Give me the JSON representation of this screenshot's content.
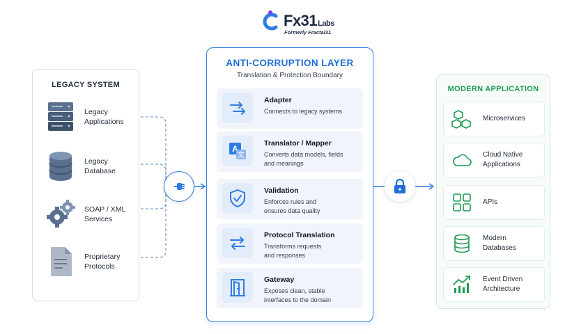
{
  "brand": {
    "name": "Fx31",
    "suffix": "Labs",
    "tagline": "Formerly Fractal31",
    "accent_color": "#2f7de1",
    "logo_colors": [
      "#7c3aed",
      "#2f7de1"
    ]
  },
  "legacy": {
    "title": "LEGACY SYSTEM",
    "items": [
      {
        "label": "Legacy\nApplications",
        "icon": "server-icon"
      },
      {
        "label": "Legacy\nDatabase",
        "icon": "database-icon"
      },
      {
        "label": "SOAP / XML\nServices",
        "icon": "gears-icon"
      },
      {
        "label": "Proprietary\nProtocols",
        "icon": "document-icon"
      }
    ]
  },
  "acl": {
    "title": "ANTI-CORRUPTION LAYER",
    "subtitle": "Translation & Protection Boundary",
    "title_color": "#1f6fd6",
    "cards": [
      {
        "name": "Adapter",
        "desc": "Connects to legacy systems",
        "icon": "adapter-arrows-icon"
      },
      {
        "name": "Translator / Mapper",
        "desc": "Converts data models, fields\nand meanings",
        "icon": "translate-icon"
      },
      {
        "name": "Validation",
        "desc": "Enforces rules and\nensures data quality",
        "icon": "shield-check-icon"
      },
      {
        "name": "Protocol Translation",
        "desc": "Transforms requests\nand responses",
        "icon": "swap-arrows-icon"
      },
      {
        "name": "Gateway",
        "desc": "Exposes clean, stable\ninterfaces to the domain",
        "icon": "gateway-door-icon"
      }
    ]
  },
  "modern": {
    "title": "MODERN APPLICATION",
    "title_color": "#1e9b55",
    "items": [
      {
        "label": "Microservices",
        "icon": "cubes-icon"
      },
      {
        "label": "Cloud Native\nApplications",
        "icon": "cloud-icon"
      },
      {
        "label": "APIs",
        "icon": "grid-icon"
      },
      {
        "label": "Modern\nDatabases",
        "icon": "database-outline-icon"
      },
      {
        "label": "Event Driven\nArchitecture",
        "icon": "trend-chart-icon"
      }
    ]
  },
  "connectors": {
    "left_hub_icon": "plug-icon",
    "right_hub_icon": "lock-icon"
  }
}
